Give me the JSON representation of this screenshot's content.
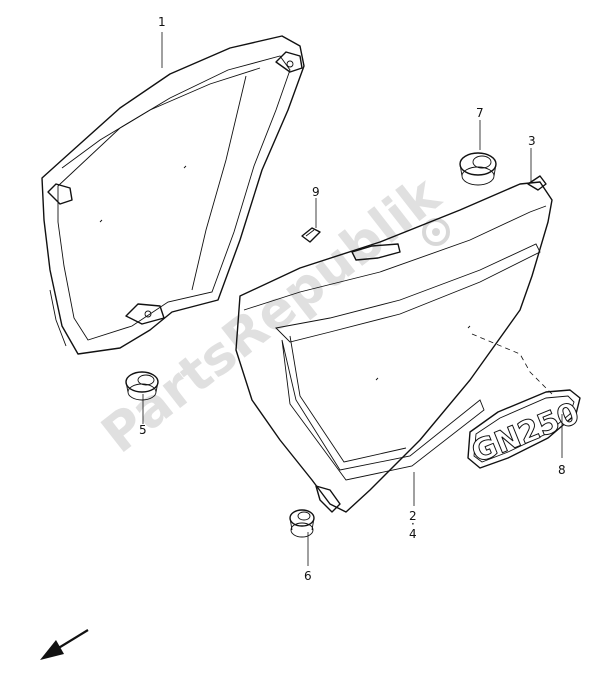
{
  "watermark": "PartsRepublik",
  "emblem_text": "GN250",
  "callouts": {
    "c1": "1",
    "c2": "2",
    "c2_sep": "·",
    "c4": "4",
    "c3": "3",
    "c5": "5",
    "c6": "6",
    "c7": "7",
    "c8": "8",
    "c9": "9"
  }
}
